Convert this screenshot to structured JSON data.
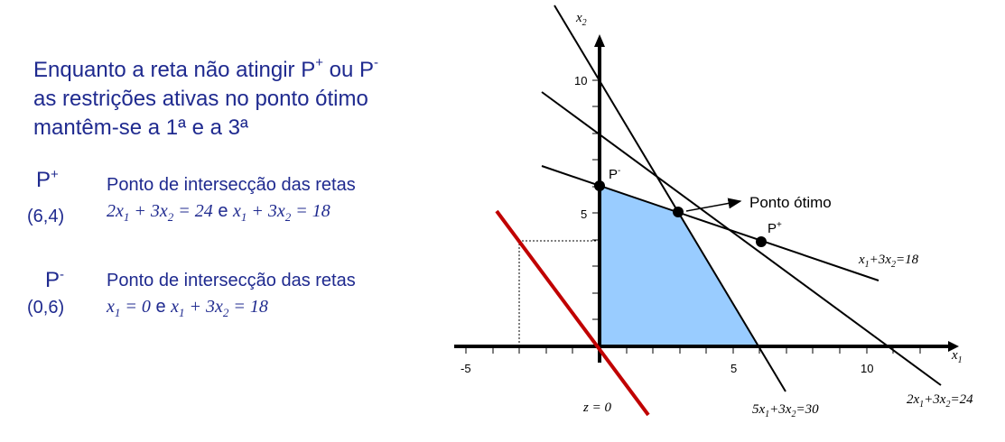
{
  "intro": {
    "line1_a": "Enquanto a reta não atingir P",
    "line1_sup1": "+",
    "line1_b": " ou P",
    "line1_sup2": "-",
    "line2": "as restrições ativas no ponto ótimo",
    "line3": "mantêm-se a 1ª e a 3ª"
  },
  "p_plus": {
    "name": "P",
    "sup": "+",
    "coord": "(6,4)",
    "desc": "Ponto de intersecção das retas",
    "eq1": "2x",
    "eq1_sub1": "1",
    "eq1_mid": " + 3x",
    "eq1_sub2": "2",
    "eq1_end": " = 24",
    "conj": " e ",
    "eq2": "x",
    "eq2_sub1": "1",
    "eq2_mid": " + 3x",
    "eq2_sub2": "2",
    "eq2_end": " = 18"
  },
  "p_minus": {
    "name": "P",
    "sup": "-",
    "coord": "(0,6)",
    "desc": "Ponto de intersecção das retas",
    "eq1": "x",
    "eq1_sub1": "1",
    "eq1_end": " = 0",
    "conj": " e ",
    "eq2": "x",
    "eq2_sub1": "1",
    "eq2_mid": " + 3x",
    "eq2_sub2": "2",
    "eq2_end": " = 18"
  },
  "graph": {
    "x_axis": "x",
    "x_axis_sub": "1",
    "y_axis": "x",
    "y_axis_sub": "2",
    "x_ticks": [
      "-5",
      "5",
      "10"
    ],
    "y_ticks": [
      "5",
      "10"
    ],
    "label_pminus": "P",
    "label_pminus_sup": "-",
    "label_pplus": "P",
    "label_pplus_sup": "+",
    "label_optimum": "Ponto ótimo",
    "line_a_1": "x",
    "line_a_s1": "1",
    "line_a_2": "+3x",
    "line_a_s2": "2",
    "line_a_3": "=18",
    "line_b_1": "2x",
    "line_b_s1": "1",
    "line_b_2": "+3x",
    "line_b_s2": "2",
    "line_b_3": "=24",
    "line_c_1": "5x",
    "line_c_s1": "1",
    "line_c_2": "+3x",
    "line_c_s2": "2",
    "line_c_3": "=30",
    "objective": "z = 0",
    "colors": {
      "region": "#99ccff",
      "objective_line": "#c00000",
      "text": "#1f2a8f"
    }
  }
}
